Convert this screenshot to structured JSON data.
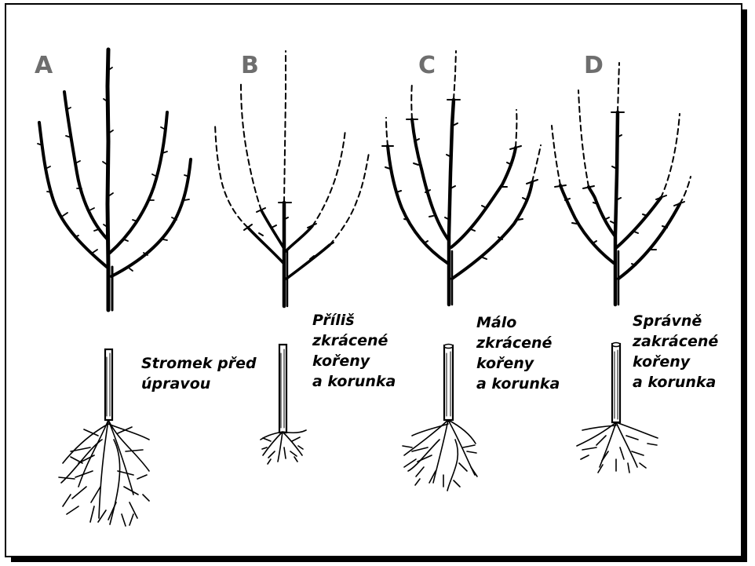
{
  "panels": [
    {
      "letter": "A",
      "caption": [
        "Stromek před",
        "úpravou"
      ]
    },
    {
      "letter": "B",
      "caption": [
        "Příliš",
        "zkrácené",
        "kořeny",
        "a korunka"
      ]
    },
    {
      "letter": "C",
      "caption": [
        "Málo",
        "zkrácené",
        "kořeny",
        "a korunka"
      ]
    },
    {
      "letter": "D",
      "caption": [
        "Správně",
        "zakrácené",
        "kořeny",
        "a korunka"
      ]
    }
  ]
}
